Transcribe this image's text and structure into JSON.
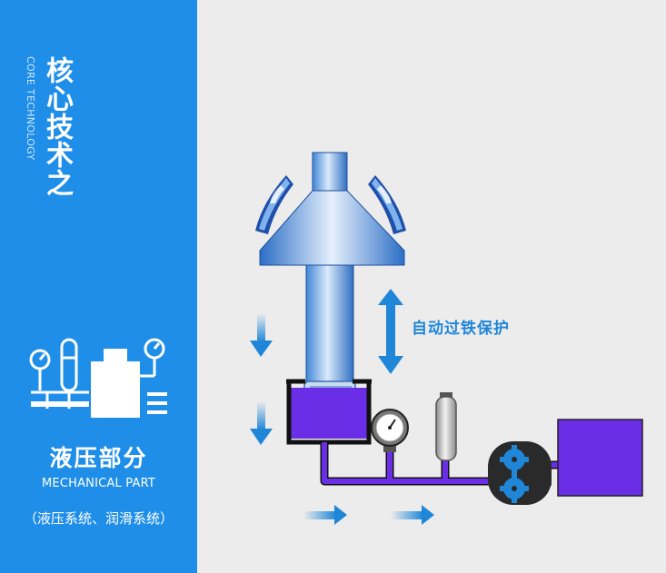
{
  "panel": {
    "title_cn": "核心技术之",
    "title_en": "CORE TECHNOLOGY",
    "section_title": "液压部分",
    "section_subtitle": "MECHANICAL PART",
    "section_note": "（液压系统、润滑系统）",
    "icon": "hydraulic-system-icon"
  },
  "diagram": {
    "auto_label": "自动过铁保护",
    "colors": {
      "panel_blue": "#1f8ee8",
      "fluid_purple": "#6a2ee6",
      "arrow_blue": "#1f86d8",
      "background": "#ececec"
    }
  }
}
